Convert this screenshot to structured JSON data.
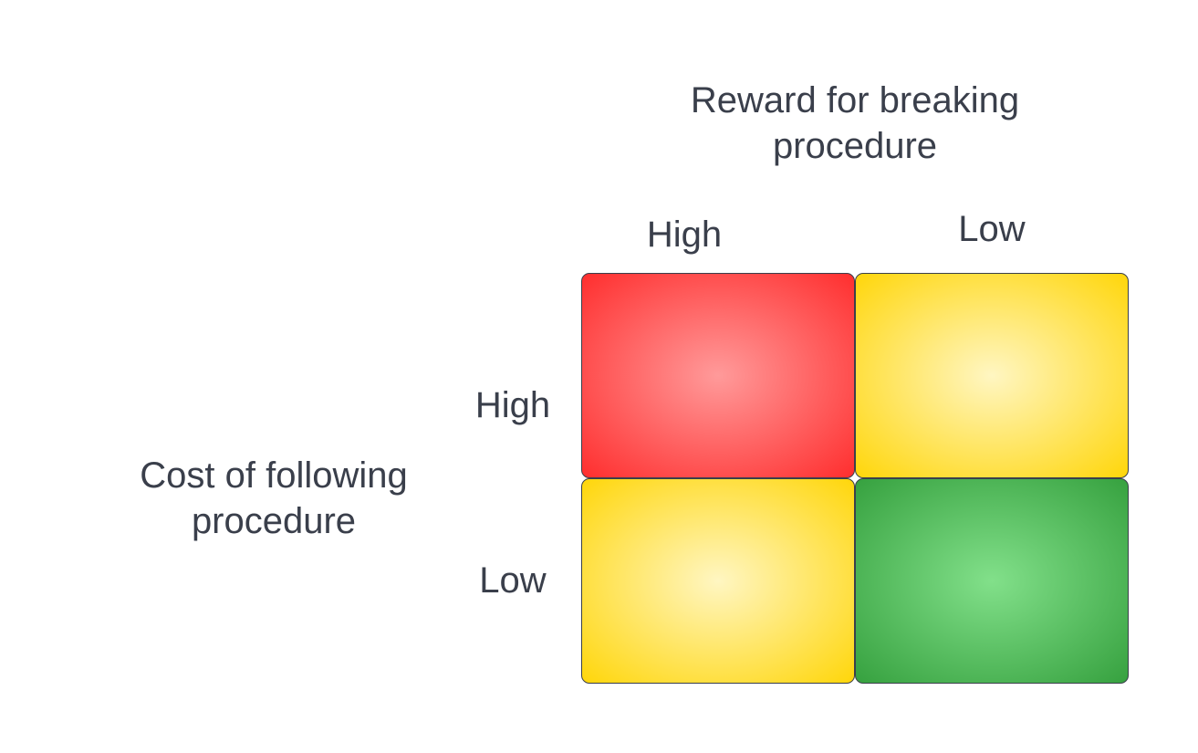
{
  "diagram": {
    "top_axis_title": "Reward for breaking\nprocedure",
    "left_axis_title": "Cost of following\nprocedure",
    "columns": [
      {
        "label": "High"
      },
      {
        "label": "Low"
      }
    ],
    "rows": [
      {
        "label": "High"
      },
      {
        "label": "Low"
      }
    ],
    "cells": [
      {
        "row": "High",
        "column": "High",
        "color": "red",
        "center_color": "#ff9a9a",
        "edge_color": "#ff2e2e"
      },
      {
        "row": "High",
        "column": "Low",
        "color": "yellow",
        "center_color": "#fff6c2",
        "edge_color": "#ffd60a"
      },
      {
        "row": "Low",
        "column": "High",
        "color": "yellow",
        "center_color": "#fff6c2",
        "edge_color": "#ffd60a"
      },
      {
        "row": "Low",
        "column": "Low",
        "color": "green",
        "center_color": "#82e08a",
        "edge_color": "#36a13f"
      }
    ],
    "border_color": "#3a3f4b",
    "text_color": "#3a3f4b"
  }
}
